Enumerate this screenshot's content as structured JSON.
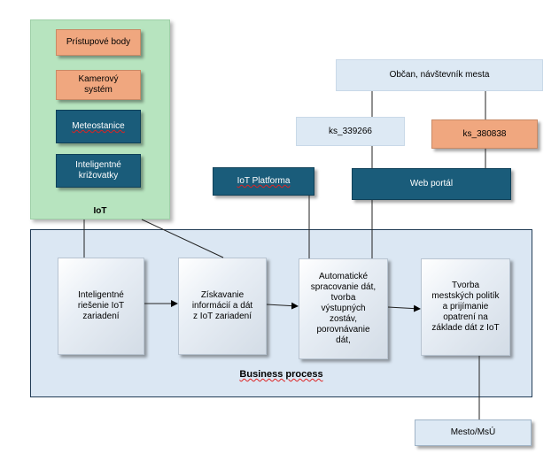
{
  "iot_group": {
    "label": "IoT",
    "items": [
      {
        "label": "Prístupové body"
      },
      {
        "label": "Kamerový systém"
      },
      {
        "label": "Meteostanice"
      },
      {
        "label": "Inteligentné križovatky"
      }
    ]
  },
  "top_nodes": {
    "citizen": "Občan, návštevník mesta",
    "ks1": "ks_339266",
    "ks2": "ks_380838",
    "iot_platform": "IoT Platforma",
    "web_portal": "Web portál"
  },
  "business_process": {
    "label": "Business process",
    "steps": [
      {
        "label": "Inteligentné riešenie IoT zariadení"
      },
      {
        "label": "Získavanie informácií a dát z IoT zariadení"
      },
      {
        "label": "Automatické spracovanie dát, tvorba výstupných zostáv, porovnávanie dát,"
      },
      {
        "label": "Tvorba mestských politík a prijímanie opatrení na základe dát z IoT"
      }
    ]
  },
  "output_node": "Mesto/MsÚ",
  "colors": {
    "iot_bg": "#b7e4bf",
    "orange": "#f0a77f",
    "teal": "#1a5c7a",
    "light_blue": "#dde9f4",
    "business_bg": "#dbe7f3"
  }
}
